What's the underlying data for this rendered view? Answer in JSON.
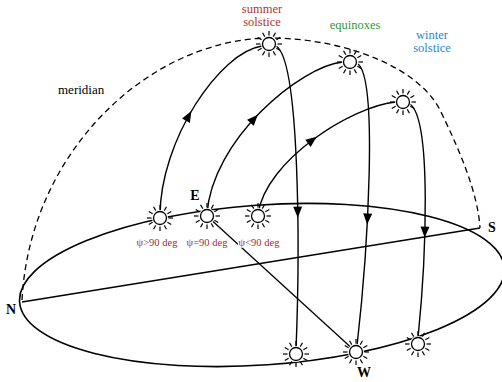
{
  "diagram": {
    "labels": [
      "summer solstice",
      "equinoxes",
      "winter solstice",
      "meridian",
      "E",
      "ψ>90 deg",
      "ψ=90 deg",
      "ψ<90 deg",
      "S",
      "N",
      "W"
    ]
  }
}
